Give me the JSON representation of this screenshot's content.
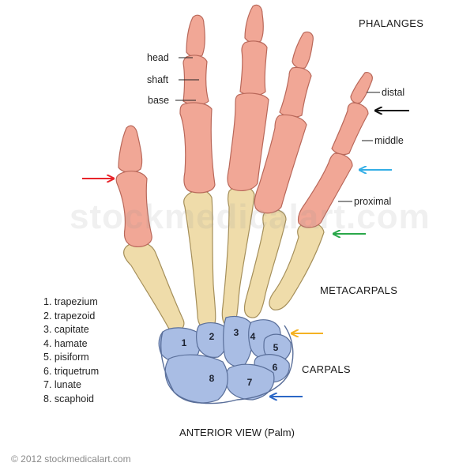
{
  "labels": {
    "phalanges": "PHALANGES",
    "metacarpals": "METACARPALS",
    "carpals": "CARPALS",
    "head": "head",
    "shaft": "shaft",
    "base": "base",
    "distal": "distal",
    "middle": "middle",
    "proximal": "proximal"
  },
  "legend": [
    "1. trapezium",
    "2. trapezoid",
    "3. capitate",
    "4. hamate",
    "5. pisiform",
    "6. triquetrum",
    "7. lunate",
    "8. scaphoid"
  ],
  "bone_numbers": [
    "1",
    "2",
    "3",
    "4",
    "5",
    "6",
    "7",
    "8"
  ],
  "caption": "ANTERIOR VIEW (Palm)",
  "watermark": "stockmedicalart.com",
  "credit": "© 2012 stockmedicalart.com",
  "colors": {
    "phalanx": "#f1a796",
    "phalanx_stroke": "#b9685a",
    "metacarpal": "#efdcaa",
    "metacarpal_stroke": "#a58f5a",
    "carpal": "#a9bde4",
    "carpal_stroke": "#5a6f9a",
    "arrow_red": "#e8242a",
    "arrow_black": "#111111",
    "arrow_blue_light": "#33aee6",
    "arrow_green": "#2aa84a",
    "arrow_yellow": "#f4b223",
    "arrow_blue_dark": "#2b67c6"
  }
}
